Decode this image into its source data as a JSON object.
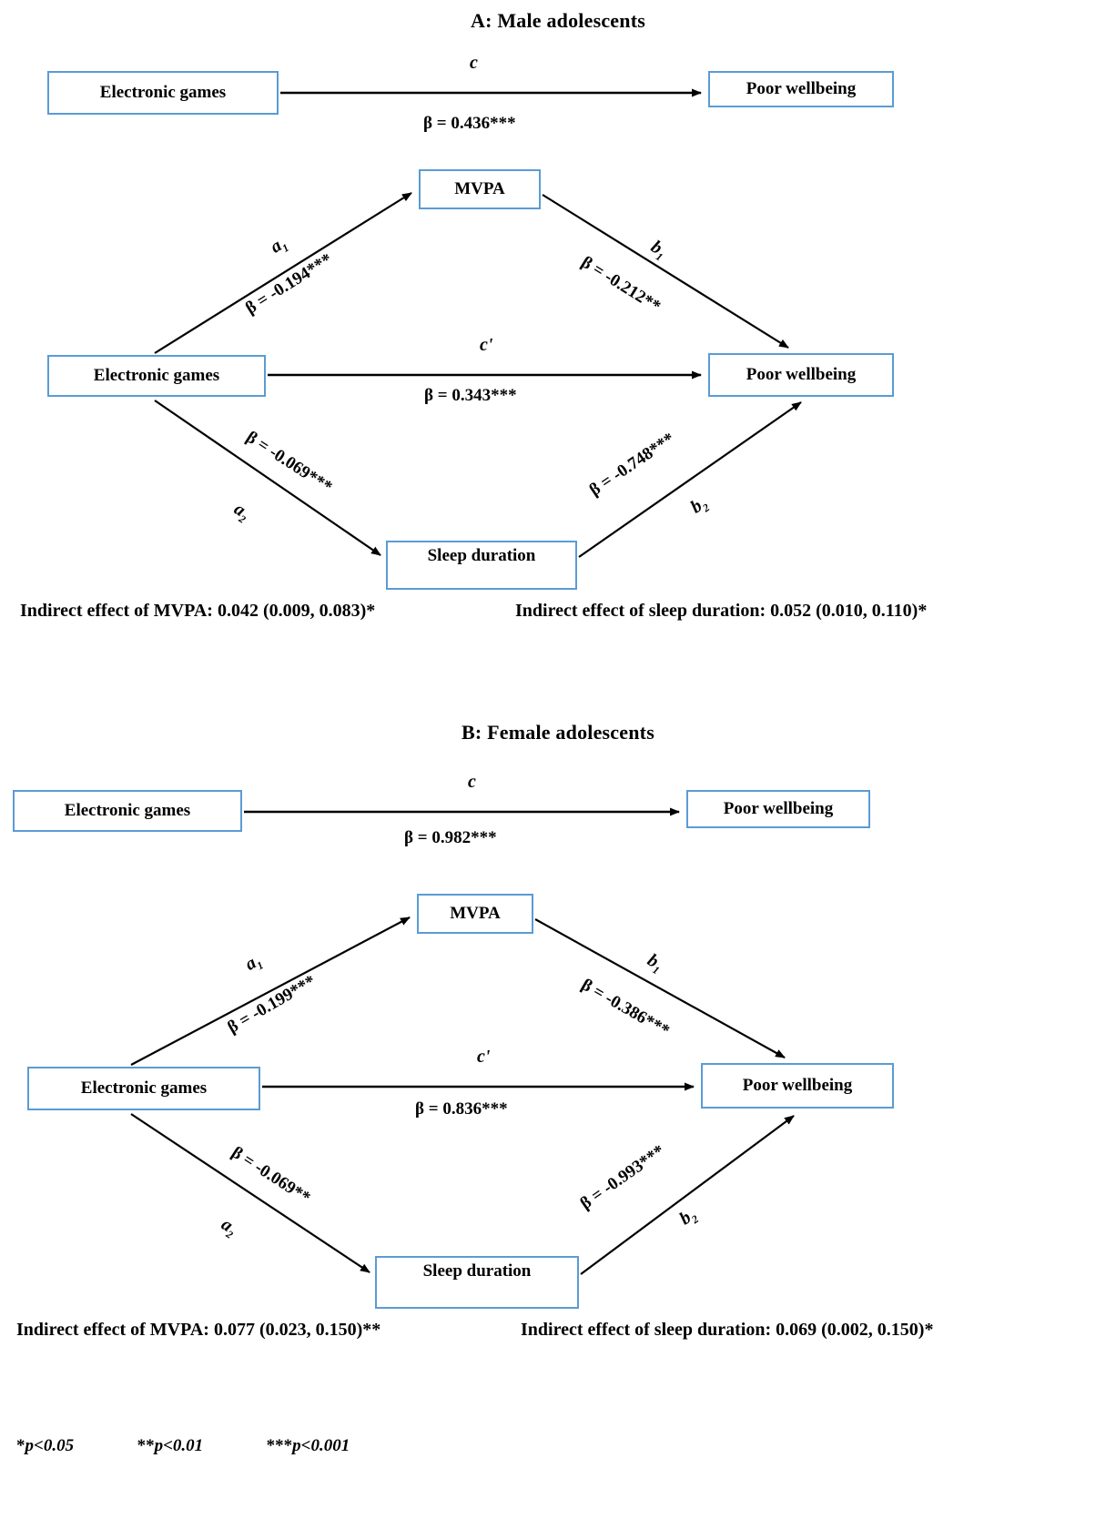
{
  "diagram": {
    "type": "mediation-path-diagram",
    "node_border_color": "#5b9bd5",
    "panels": [
      {
        "id": "A",
        "title": "A: Male adolescents",
        "total_effect": {
          "path_label": "c",
          "from": "Electronic games",
          "to": "Poor wellbeing",
          "beta_text": "β = 0.436***",
          "beta": 0.436,
          "sig": "***"
        },
        "nodes": {
          "predictor": "Electronic games",
          "mediator_1": "MVPA",
          "mediator_2": "Sleep duration",
          "outcome": "Poor wellbeing"
        },
        "paths": [
          {
            "name": "a1",
            "label": "a",
            "sub": "1",
            "beta_text": "β = -0.194***",
            "beta": -0.194,
            "sig": "***",
            "from": "Electronic games",
            "to": "MVPA"
          },
          {
            "name": "b1",
            "label": "b",
            "sub": "1",
            "beta_text": "β = -0.212**",
            "beta": -0.212,
            "sig": "**",
            "from": "MVPA",
            "to": "Poor wellbeing"
          },
          {
            "name": "cprime",
            "label": "c'",
            "sub": "",
            "beta_text": "β = 0.343***",
            "beta": 0.343,
            "sig": "***",
            "from": "Electronic games",
            "to": "Poor wellbeing"
          },
          {
            "name": "a2",
            "label": "a",
            "sub": "2",
            "beta_text": "β = -0.069***",
            "beta": -0.069,
            "sig": "***",
            "from": "Electronic games",
            "to": "Sleep duration"
          },
          {
            "name": "b2",
            "label": "b",
            "sub": "2",
            "beta_text": "β = -0.748***",
            "beta": -0.748,
            "sig": "***",
            "from": "Sleep duration",
            "to": "Poor wellbeing"
          }
        ],
        "indirect_effects": {
          "mvpa": "Indirect effect of MVPA: 0.042 (0.009, 0.083)*",
          "sleep": "Indirect effect of sleep duration: 0.052 (0.010, 0.110)*"
        }
      },
      {
        "id": "B",
        "title": "B: Female adolescents",
        "total_effect": {
          "path_label": "c",
          "from": "Electronic games",
          "to": "Poor wellbeing",
          "beta_text": "β = 0.982***",
          "beta": 0.982,
          "sig": "***"
        },
        "nodes": {
          "predictor": "Electronic games",
          "mediator_1": "MVPA",
          "mediator_2": "Sleep duration",
          "outcome": "Poor wellbeing"
        },
        "paths": [
          {
            "name": "a1",
            "label": "a",
            "sub": "1",
            "beta_text": "β = -0.199***",
            "beta": -0.199,
            "sig": "***",
            "from": "Electronic games",
            "to": "MVPA"
          },
          {
            "name": "b1",
            "label": "b",
            "sub": "1",
            "beta_text": "β = -0.386***",
            "beta": -0.386,
            "sig": "***",
            "from": "MVPA",
            "to": "Poor wellbeing"
          },
          {
            "name": "cprime",
            "label": "c'",
            "sub": "",
            "beta_text": "β = 0.836***",
            "beta": 0.836,
            "sig": "***",
            "from": "Electronic games",
            "to": "Poor wellbeing"
          },
          {
            "name": "a2",
            "label": "a",
            "sub": "2",
            "beta_text": "β = -0.069**",
            "beta": -0.069,
            "sig": "**",
            "from": "Electronic games",
            "to": "Sleep duration"
          },
          {
            "name": "b2",
            "label": "b",
            "sub": "2",
            "beta_text": "β = -0.993***",
            "beta": -0.993,
            "sig": "***",
            "from": "Sleep duration",
            "to": "Poor wellbeing"
          }
        ],
        "indirect_effects": {
          "mvpa": "Indirect effect of MVPA: 0.077 (0.023, 0.150)**",
          "sleep": "Indirect effect of sleep duration: 0.069 (0.002, 0.150)*"
        }
      }
    ],
    "footnote": {
      "star1": "*",
      "p1": "p<0.05",
      "star2": "**",
      "p2": "p<0.01",
      "star3": "***",
      "p3": "p<0.001"
    }
  }
}
